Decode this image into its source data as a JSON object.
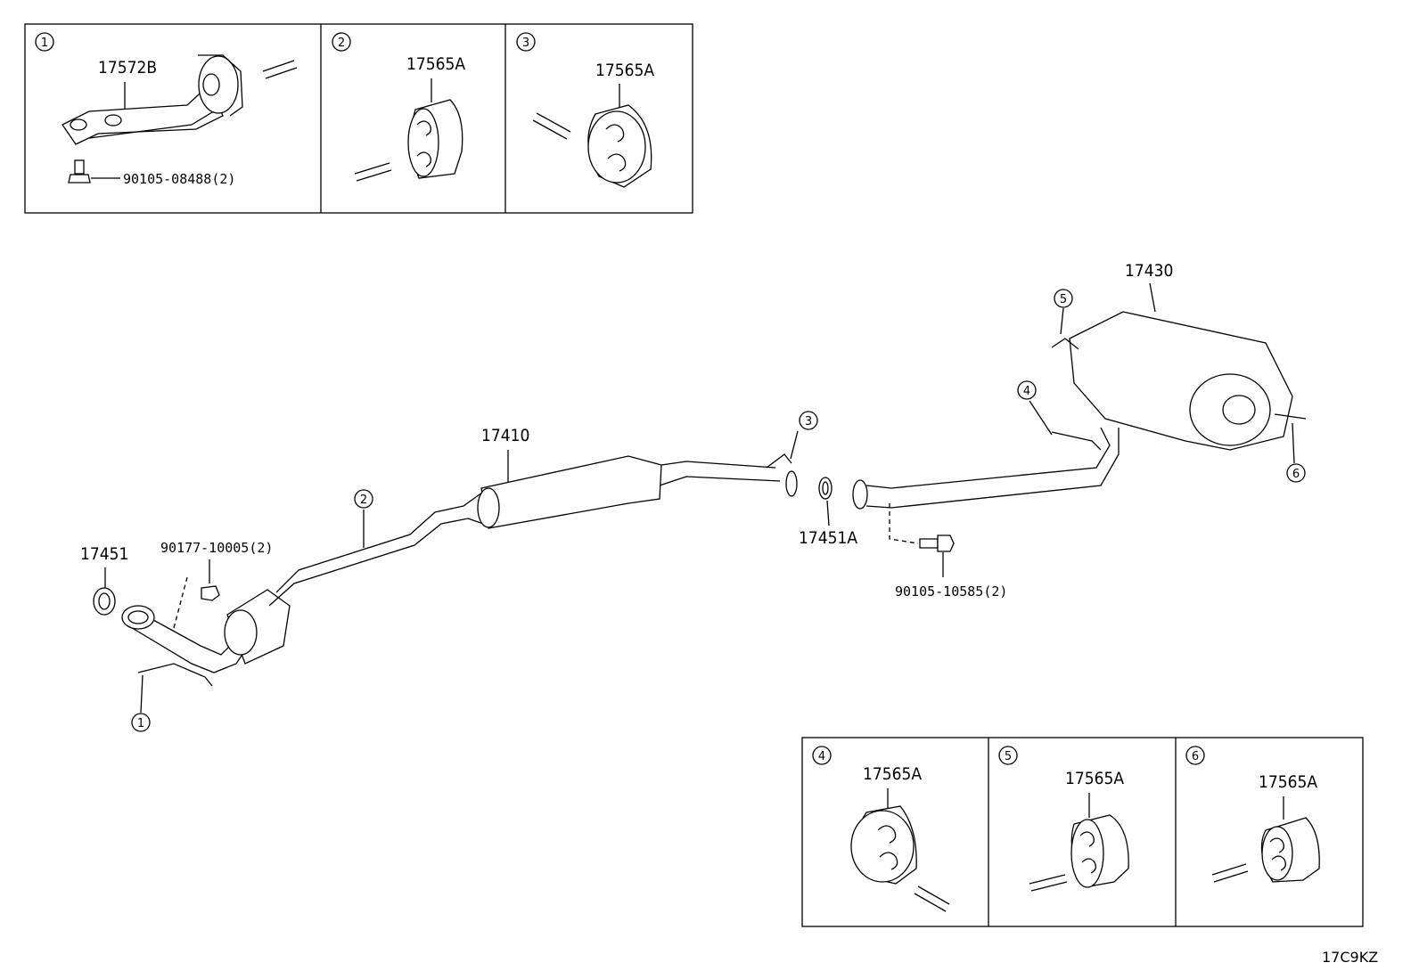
{
  "diagram_code": "17C9KZ",
  "inset_boxes": [
    {
      "circle": "1",
      "part": "17572B",
      "bolt": "90105-08488(2)"
    },
    {
      "circle": "2",
      "part": "17565A"
    },
    {
      "circle": "3",
      "part": "17565A"
    },
    {
      "circle": "4",
      "part": "17565A"
    },
    {
      "circle": "5",
      "part": "17565A"
    },
    {
      "circle": "6",
      "part": "17565A"
    }
  ],
  "main": {
    "front_pipe_gasket": "17451",
    "front_nut": "90177-10005(2)",
    "center_pipe": "17410",
    "center_gasket": "17451A",
    "rear_bolt": "90105-10585(2)",
    "tail_pipe": "17430",
    "callouts": [
      "1",
      "2",
      "3",
      "4",
      "5",
      "6"
    ]
  }
}
